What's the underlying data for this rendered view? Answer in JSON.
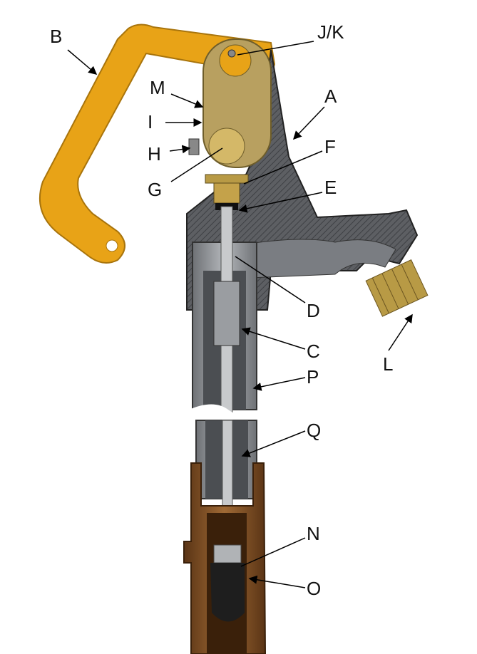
{
  "title": "Frost-free hydrant cross-section",
  "labels": {
    "A": "A",
    "B": "B",
    "C": "C",
    "D": "D",
    "E": "E",
    "F": "F",
    "G": "G",
    "H": "H",
    "I": "I",
    "JK": "J/K",
    "L": "L",
    "M": "M",
    "N": "N",
    "O": "O",
    "P": "P",
    "Q": "Q"
  },
  "colors": {
    "handle": "#E8A317",
    "brass": "#B8A060",
    "body": "#5a5a5a",
    "pipe": "#8a8d91",
    "bronze": "#7a4a22",
    "plunger": "#1e1e1e"
  }
}
